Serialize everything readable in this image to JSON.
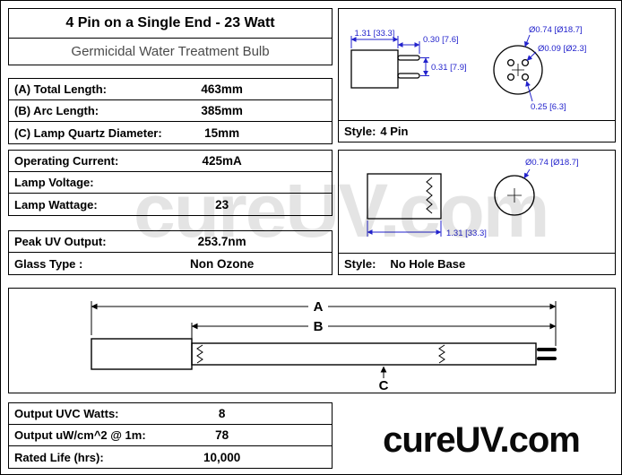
{
  "header": {
    "title": "4 Pin on a Single End - 23 Watt",
    "subtitle": "Germicidal Water Treatment Bulb"
  },
  "tables": {
    "dimensions": {
      "rows": [
        {
          "label": "(A) Total Length:",
          "value": "463mm"
        },
        {
          "label": "(B) Arc Length:",
          "value": "385mm"
        },
        {
          "label": "(C) Lamp Quartz Diameter:",
          "value": "15mm"
        }
      ]
    },
    "electrical": {
      "rows": [
        {
          "label": "Operating Current:",
          "value": "425mA"
        },
        {
          "label": "Lamp Voltage:",
          "value": ""
        },
        {
          "label": "Lamp Wattage:",
          "value": "23"
        }
      ]
    },
    "uv": {
      "rows": [
        {
          "label": "Peak UV Output:",
          "value": "253.7nm"
        },
        {
          "label": "Glass Type :",
          "value": "Non Ozone"
        }
      ]
    },
    "performance": {
      "rows": [
        {
          "label": "Output UVC Watts:",
          "value": "8"
        },
        {
          "label": "Output uW/cm^2 @ 1m:",
          "value": "78"
        },
        {
          "label": "Rated Life (hrs):",
          "value": "10,000"
        }
      ]
    }
  },
  "pin_diagram": {
    "style_label": "Style:",
    "style_value": "4 Pin",
    "dims": {
      "base_width": "1.31 [33.3]",
      "pin_length": "0.30 [7.6]",
      "pin_offset": "0.31 [7.9]",
      "pin_spacing": "0.25 [6.3]",
      "base_diameter": "Ø0.74 [Ø18.7]",
      "pin_diameter": "Ø0.09 [Ø2.3]"
    }
  },
  "base_diagram": {
    "style_label": "Style:",
    "style_value": "No Hole Base",
    "dims": {
      "base_width": "1.31 [33.3]",
      "base_diameter": "Ø0.74 [Ø18.7]"
    }
  },
  "lamp_diagram": {
    "label_a": "A",
    "label_b": "B",
    "label_c": "C"
  },
  "branding": {
    "logo": "cureUV.com",
    "watermark": "cureUV.com"
  },
  "colors": {
    "dimension_blue": "#2222cc",
    "line_black": "#000000",
    "subtitle_gray": "#4a4a4a"
  }
}
